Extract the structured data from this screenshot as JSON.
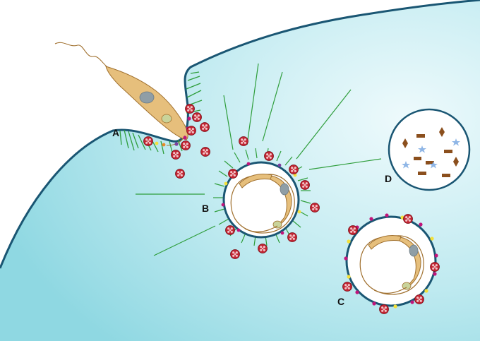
{
  "labels": {
    "a": "A",
    "b": "B",
    "c": "C",
    "d": "D"
  },
  "colors": {
    "cell_fill_edge": "#98dde6",
    "cell_fill_center": "#e8f8fb",
    "membrane": "#1a5673",
    "parasite": "#e6bf7c",
    "parasite_outline": "#a0702e",
    "nucleus": "#8f9ea6",
    "receptor": "#2f9e3c",
    "virion": "#c22432",
    "protein_magenta": "#c0157a",
    "protein_yellow": "#f3e03a",
    "debris_brown": "#8b4f1d",
    "debris_star": "#8fb6e6"
  }
}
